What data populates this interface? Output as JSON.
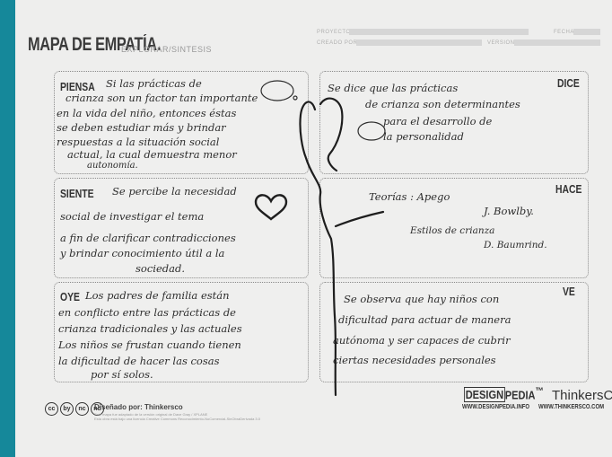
{
  "header": {
    "title": "MAPA DE EMPATÍA.",
    "subtitle": "EXPLORAR/SINTESIS",
    "meta_left_1": "PROYECTO",
    "meta_left_2": "CREADO POR",
    "meta_right_1": "FECHA",
    "meta_right_2": "VERSION"
  },
  "sections": {
    "piensa": {
      "label": "PIENSA",
      "lines": [
        "Si las prácticas de",
        "crianza son un factor tan importante",
        "en la vida del niño, entonces éstas",
        "se deben estudiar más y brindar",
        "respuestas a la situación social",
        "actual, la cual demuestra menor",
        "autonomía."
      ]
    },
    "dice": {
      "label": "DICE",
      "lines": [
        "Se dice que las prácticas",
        "de crianza son determinantes",
        "para el desarrollo de",
        "la personalidad"
      ]
    },
    "siente": {
      "label": "SIENTE",
      "lines": [
        "Se percibe la necesidad",
        "social de investigar el tema",
        "a fin de clarificar contradicciones",
        "y brindar conocimiento útil a la",
        "sociedad."
      ]
    },
    "hace": {
      "label": "HACE",
      "lines": [
        "Teorías : Apego",
        "J. Bowlby.",
        "Estilos de crianza",
        "D. Baumrind."
      ]
    },
    "oye": {
      "label": "OYE",
      "lines": [
        "Los padres de familia están",
        "en conflicto entre las prácticas de",
        "crianza tradicionales y las actuales",
        "Los niños se frustan cuando tienen",
        "la dificultad de hacer las cosas",
        "por sí solos."
      ]
    },
    "ve": {
      "label": "VE",
      "lines": [
        "Se observa que hay niños con",
        "dificultad para actuar de manera",
        "autónoma y ser capaces de cubrir",
        "ciertas necesidades personales"
      ]
    }
  },
  "footer": {
    "license_icons": [
      "cc",
      "by",
      "nc",
      "nd"
    ],
    "designed_by": "Diseñado por: Thinkersco",
    "small_text": [
      "Este mapa fue adaptado de la versión original de Dave Gray / XPLANE",
      "Esta obra está bajo una licencia Creative Commons Reconocimiento-NoComercial-SinObraDerivada 3.0"
    ],
    "brand_designpedia_boxed": "DESIGN",
    "brand_designpedia_rest": "PEDIA",
    "brand_designpedia_mark": "™",
    "brand_thinkers": "ThinkersCo",
    "brand_thinkers_mark": "°",
    "url_designpedia": "WWW.DESIGNPEDIA.INFO",
    "url_thinkers": "WWW.THINKERSCO.COM"
  },
  "colors": {
    "accent_strip": "#15889a",
    "paper": "#eeeeed",
    "ink": "#2d2d2d"
  }
}
